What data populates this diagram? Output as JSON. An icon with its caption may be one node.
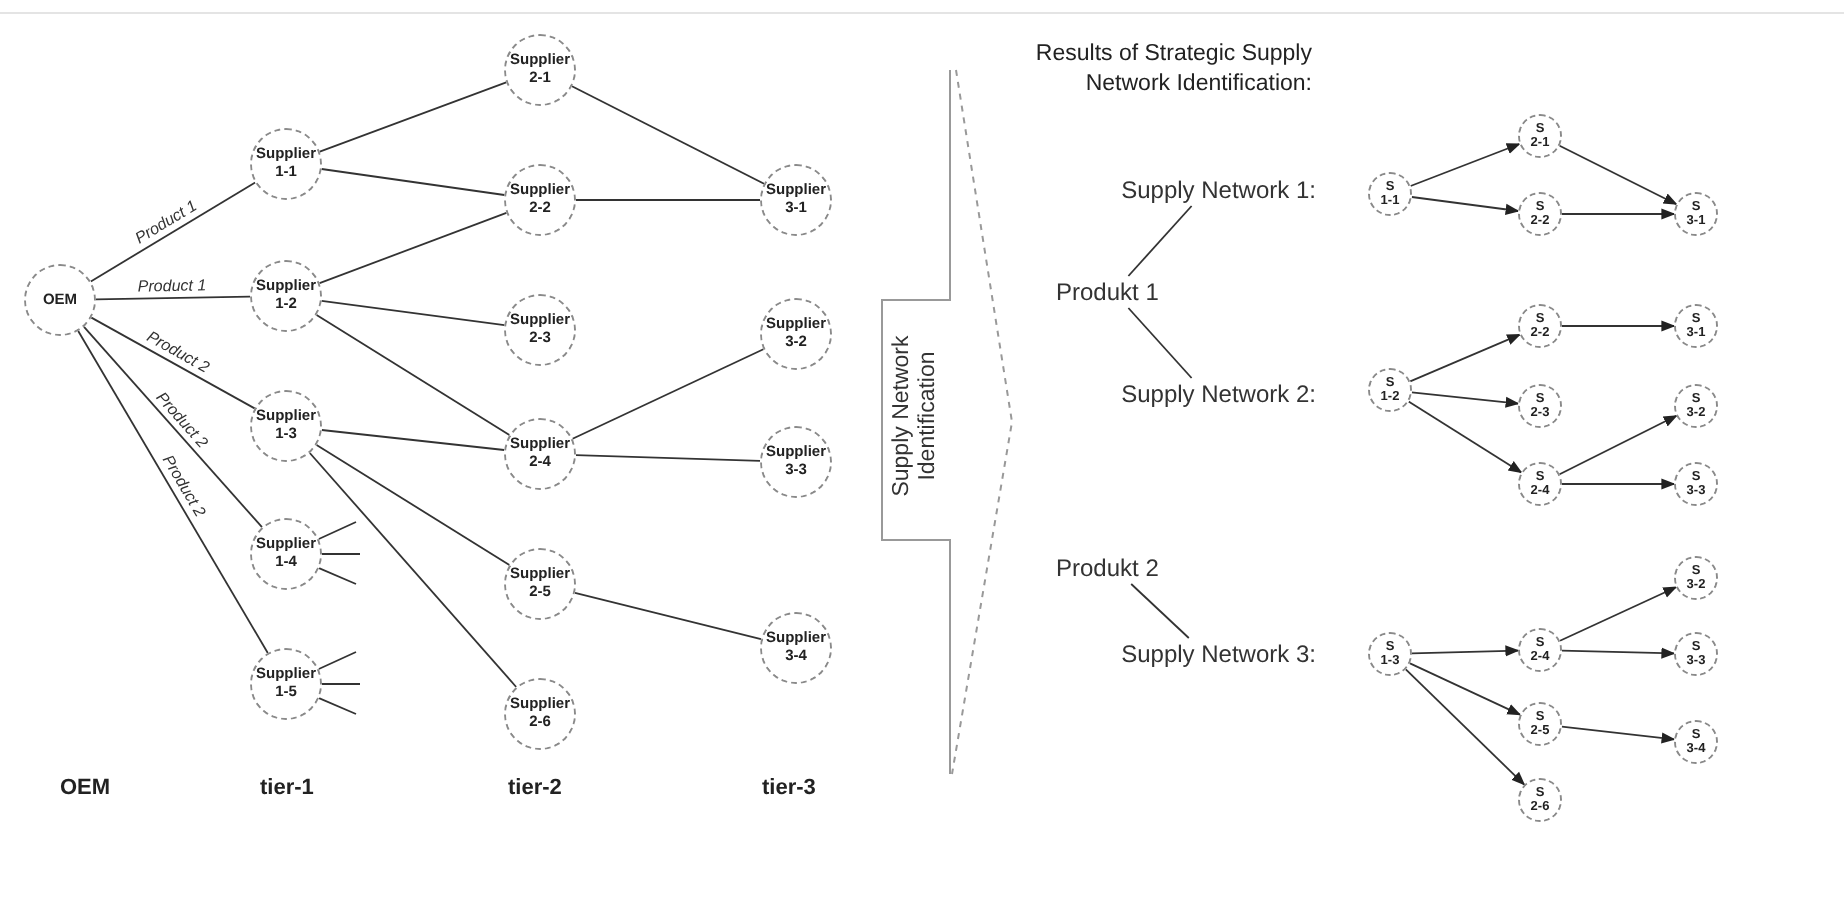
{
  "diagram": {
    "nodes": [
      {
        "text": [
          "OEM"
        ]
      },
      {
        "text": [
          "Supplier 1-1"
        ]
      },
      {
        "text": [
          "Supplier 1-2"
        ]
      },
      {
        "text": [
          "Supplier 1-3"
        ]
      },
      {
        "text": [
          "Supplier 1-4"
        ]
      },
      {
        "text": [
          "Supplier 1-5"
        ]
      },
      {
        "text": [
          "Supplier 2-1"
        ]
      },
      {
        "text": [
          "Supplier 2-2"
        ]
      },
      {
        "text": [
          "Supplier 2-3"
        ]
      },
      {
        "text": [
          "Supplier 2-4"
        ]
      },
      {
        "text": [
          "Supplier 2-5"
        ]
      },
      {
        "text": [
          "Supplier 2-6"
        ]
      },
      {
        "text": [
          "Supplier 3-1"
        ]
      },
      {
        "text": [
          "Supplier 3-2"
        ]
      },
      {
        "text": [
          "Supplier 3-3"
        ]
      },
      {
        "text": [
          "Supplier 3-4"
        ]
      },
      {
        "text": [
          "Supply Network Identification"
        ]
      },
      {
        "text": [
          "Supply Network 1:"
        ]
      },
      {
        "text": [
          "Produkt 1"
        ]
      },
      {
        "text": [
          "Supply Network 2:"
        ]
      },
      {
        "text": [
          "Produkt 2"
        ]
      },
      {
        "text": [
          "Supply Network 3:"
        ]
      },
      {
        "text": [
          "S 1-1"
        ]
      },
      {
        "text": [
          "S 2-1"
        ]
      },
      {
        "text": [
          "S 2-2"
        ]
      },
      {
        "text": [
          "S 3-1"
        ]
      },
      {
        "text": [
          "S 1-2"
        ]
      },
      {
        "text": [
          "S 2-2"
        ]
      },
      {
        "text": [
          "S 2-3"
        ]
      },
      {
        "text": [
          "S 2-4"
        ]
      },
      {
        "text": [
          "S 3-1"
        ]
      },
      {
        "text": [
          "S 3-2"
        ]
      },
      {
        "text": [
          "S 3-3"
        ]
      },
      {
        "text": [
          "S 1-3"
        ]
      },
      {
        "text": [
          "S 2-4"
        ]
      },
      {
        "text": [
          "S 2-5"
        ]
      },
      {
        "text": [
          "S 2-6"
        ]
      },
      {
        "text": [
          "S 3-2"
        ]
      },
      {
        "text": [
          "S 3-3"
        ]
      },
      {
        "text": [
          "S 3-4"
        ]
      }
    ],
    "edges": [
      {
        "from": 0,
        "to": 1,
        "arrow": "none",
        "label": "Product 1"
      },
      {
        "from": 0,
        "to": 2,
        "arrow": "none",
        "label": "Product 1"
      },
      {
        "from": 0,
        "to": 3,
        "arrow": "none",
        "label": "Product 2"
      },
      {
        "from": 0,
        "to": 4,
        "arrow": "none",
        "label": "Product 2"
      },
      {
        "from": 0,
        "to": 5,
        "arrow": "none",
        "label": "Product 2"
      },
      {
        "from": 1,
        "to": 6,
        "arrow": "none"
      },
      {
        "from": 1,
        "to": 7,
        "arrow": "none"
      },
      {
        "from": 2,
        "to": 7,
        "arrow": "none"
      },
      {
        "from": 2,
        "to": 8,
        "arrow": "none"
      },
      {
        "from": 2,
        "to": 9,
        "arrow": "none"
      },
      {
        "from": 3,
        "to": 9,
        "arrow": "none"
      },
      {
        "from": 3,
        "to": 10,
        "arrow": "none"
      },
      {
        "from": 3,
        "to": 11,
        "arrow": "none"
      },
      {
        "from": 6,
        "to": 12,
        "arrow": "none"
      },
      {
        "from": 7,
        "to": 12,
        "arrow": "none"
      },
      {
        "from": 9,
        "to": 13,
        "arrow": "none"
      },
      {
        "from": 9,
        "to": 14,
        "arrow": "none"
      },
      {
        "from": 10,
        "to": 15,
        "arrow": "none"
      },
      {
        "from": 4,
        "to": null,
        "arrow": "none"
      },
      {
        "from": 4,
        "to": null,
        "arrow": "none"
      },
      {
        "from": 4,
        "to": null,
        "arrow": "none"
      },
      {
        "from": 5,
        "to": null,
        "arrow": "none"
      },
      {
        "from": 5,
        "to": null,
        "arrow": "none"
      },
      {
        "from": 5,
        "to": null,
        "arrow": "none"
      },
      {
        "from": 18,
        "to": 17,
        "arrow": "none"
      },
      {
        "from": 18,
        "to": 19,
        "arrow": "none"
      },
      {
        "from": 20,
        "to": 21,
        "arrow": "none"
      },
      {
        "from": 22,
        "to": 23,
        "arrow": "to"
      },
      {
        "from": 22,
        "to": 24,
        "arrow": "to"
      },
      {
        "from": 23,
        "to": 25,
        "arrow": "to"
      },
      {
        "from": 24,
        "to": 25,
        "arrow": "to"
      },
      {
        "from": 26,
        "to": 27,
        "arrow": "to"
      },
      {
        "from": 26,
        "to": 28,
        "arrow": "to"
      },
      {
        "from": 26,
        "to": 29,
        "arrow": "to"
      },
      {
        "from": 27,
        "to": 30,
        "arrow": "to"
      },
      {
        "from": 29,
        "to": 31,
        "arrow": "to"
      },
      {
        "from": 29,
        "to": 32,
        "arrow": "to"
      },
      {
        "from": 33,
        "to": 34,
        "arrow": "to"
      },
      {
        "from": 33,
        "to": 35,
        "arrow": "to"
      },
      {
        "from": 33,
        "to": 36,
        "arrow": "to"
      },
      {
        "from": 34,
        "to": 37,
        "arrow": "to"
      },
      {
        "from": 34,
        "to": 38,
        "arrow": "to"
      },
      {
        "from": 35,
        "to": 39,
        "arrow": "to"
      }
    ],
    "labels": [
      "OEM",
      "tier-1",
      "tier-2",
      "tier-3",
      "Results of Strategic Supply Network Identification:"
    ]
  }
}
